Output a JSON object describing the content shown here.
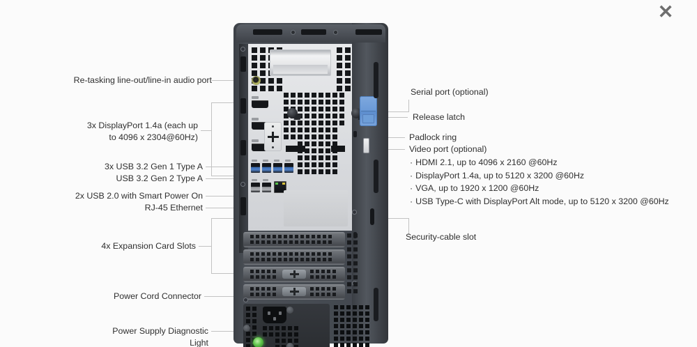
{
  "window": {
    "close_icon": "close-icon",
    "close_label": "✕"
  },
  "diagram": {
    "title": "Dell desktop tower back panel callout diagram",
    "left_callouts": [
      {
        "id": "audio-port",
        "text": "Re-tasking line-out/line-in audio port"
      },
      {
        "id": "displayport",
        "text": "3x DisplayPort 1.4a (each up\nto 4096 x 2304@60Hz)"
      },
      {
        "id": "usb32-gen1",
        "text": "3x USB 3.2 Gen 1 Type A"
      },
      {
        "id": "usb32-gen2",
        "text": "USB 3.2 Gen 2 Type A"
      },
      {
        "id": "usb20-smart-power",
        "text": "2x USB 2.0 with Smart Power On"
      },
      {
        "id": "rj45-ethernet",
        "text": "RJ-45 Ethernet"
      },
      {
        "id": "expansion-slots",
        "text": "4x Expansion Card Slots"
      },
      {
        "id": "power-cord",
        "text": "Power Cord Connector"
      },
      {
        "id": "psu-diagnostic",
        "text": "Power Supply Diagnostic\nLight"
      }
    ],
    "right_callouts": [
      {
        "id": "serial-port",
        "text": "Serial port (optional)"
      },
      {
        "id": "release-latch",
        "text": "Release latch"
      },
      {
        "id": "padlock-ring",
        "text": "Padlock ring"
      },
      {
        "id": "video-port",
        "text": "Video port (optional)"
      },
      {
        "id": "security-cable-slot",
        "text": "Security-cable slot"
      }
    ],
    "video_port_bullets": [
      "HDMI 2.1, up to 4096 x 2160 @60Hz",
      "DisplayPort 1.4a, up to 5120 x 3200 @60Hz",
      "VGA, up to 1920 x 1200 @60Hz",
      "USB Type-C with DisplayPort Alt mode, up to 5120 x 3200 @60Hz"
    ],
    "bullet_glyph": "·"
  },
  "colors": {
    "background": "#fbfbfb",
    "text": "#2f2f2f",
    "leader_line": "#c2c2c2",
    "close_icon": "#6e6e6e",
    "latch_blue": "#6c9bd8",
    "usb3_blue": "#4f80c6",
    "psu_led_green": "#5fc44b",
    "chassis_dark": "#43484f",
    "io_panel_silver": "#dcdee1"
  }
}
